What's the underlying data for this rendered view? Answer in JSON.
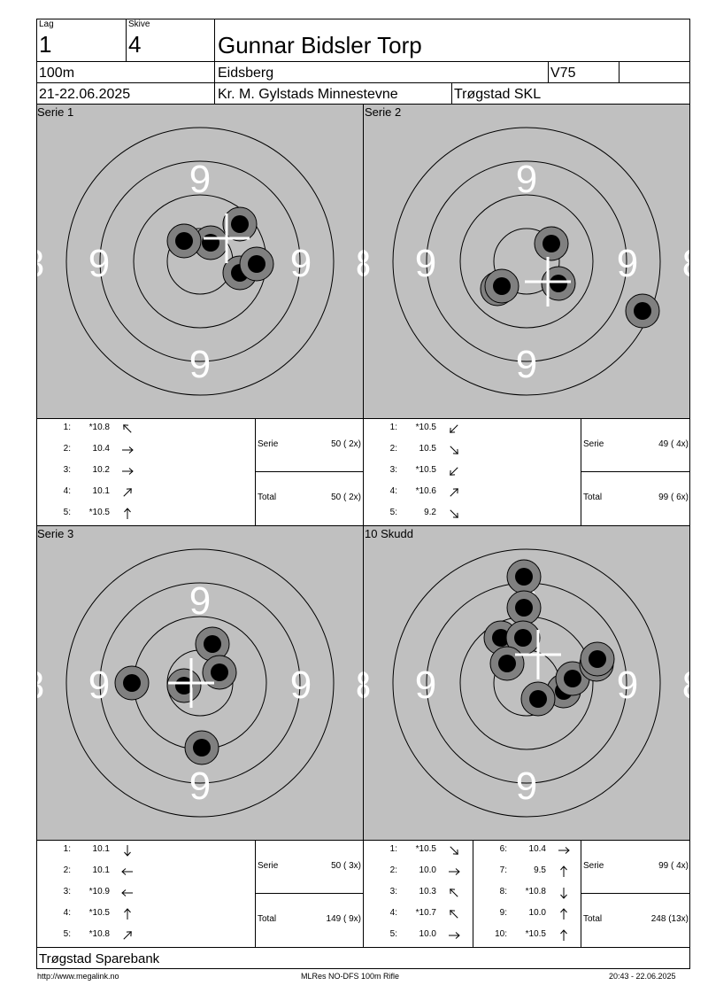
{
  "header": {
    "lag_label": "Lag",
    "lag_value": "1",
    "skive_label": "Skive",
    "skive_value": "4",
    "name": "Gunnar Bidsler Torp",
    "distance": "100m",
    "location": "Eidsberg",
    "class": "V75",
    "date": "21-22.06.2025",
    "event": "Kr. M. Gylstads Minnestevne",
    "club": "Trøgstad SKL"
  },
  "panels": [
    {
      "title": "Serie 1",
      "shots": [
        {
          "n": "1:",
          "v": "*10.8",
          "arrow": "up-left"
        },
        {
          "n": "2:",
          "v": "10.4",
          "arrow": "right"
        },
        {
          "n": "3:",
          "v": "10.2",
          "arrow": "right"
        },
        {
          "n": "4:",
          "v": "10.1",
          "arrow": "up-right"
        },
        {
          "n": "5:",
          "v": "*10.5",
          "arrow": "up"
        }
      ],
      "serie_label": "Serie",
      "serie_value": "50 ( 2x)",
      "total_label": "Total",
      "total_value": "50 ( 2x)"
    },
    {
      "title": "Serie 2",
      "shots": [
        {
          "n": "1:",
          "v": "*10.5",
          "arrow": "down-left"
        },
        {
          "n": "2:",
          "v": "10.5",
          "arrow": "down-right"
        },
        {
          "n": "3:",
          "v": "*10.5",
          "arrow": "down-left"
        },
        {
          "n": "4:",
          "v": "*10.6",
          "arrow": "up-right"
        },
        {
          "n": "5:",
          "v": "9.2",
          "arrow": "down-right"
        }
      ],
      "serie_label": "Serie",
      "serie_value": "49 ( 4x)",
      "total_label": "Total",
      "total_value": "99 ( 6x)"
    },
    {
      "title": "Serie 3",
      "shots": [
        {
          "n": "1:",
          "v": "10.1",
          "arrow": "down"
        },
        {
          "n": "2:",
          "v": "10.1",
          "arrow": "left"
        },
        {
          "n": "3:",
          "v": "*10.9",
          "arrow": "left"
        },
        {
          "n": "4:",
          "v": "*10.5",
          "arrow": "up"
        },
        {
          "n": "5:",
          "v": "*10.8",
          "arrow": "up-right"
        }
      ],
      "serie_label": "Serie",
      "serie_value": "50 ( 3x)",
      "total_label": "Total",
      "total_value": "149 ( 9x)"
    },
    {
      "title": "10 Skudd",
      "shots": [
        {
          "n": "1:",
          "v": "*10.5",
          "arrow": "down-right"
        },
        {
          "n": "2:",
          "v": "10.0",
          "arrow": "right"
        },
        {
          "n": "3:",
          "v": "10.3",
          "arrow": "up-left"
        },
        {
          "n": "4:",
          "v": "*10.7",
          "arrow": "up-left"
        },
        {
          "n": "5:",
          "v": "10.0",
          "arrow": "right"
        }
      ],
      "shots2": [
        {
          "n": "6:",
          "v": "10.4",
          "arrow": "right"
        },
        {
          "n": "7:",
          "v": "9.5",
          "arrow": "up"
        },
        {
          "n": "8:",
          "v": "*10.8",
          "arrow": "down"
        },
        {
          "n": "9:",
          "v": "10.0",
          "arrow": "up"
        },
        {
          "n": "10:",
          "v": "*10.5",
          "arrow": "up"
        }
      ],
      "serie_label": "Serie",
      "serie_value": "99 ( 4x)",
      "total_label": "Total",
      "total_value": "248 (13x)"
    }
  ],
  "ring_labels": {
    "nine": "9",
    "eight": "8"
  },
  "sponsor": "Trøgstad Sparebank",
  "footer": {
    "url": "http://www.megalink.no",
    "software": "MLRes NO-DFS 100m Rifle",
    "timestamp": "20:43 - 22.06.2025"
  }
}
